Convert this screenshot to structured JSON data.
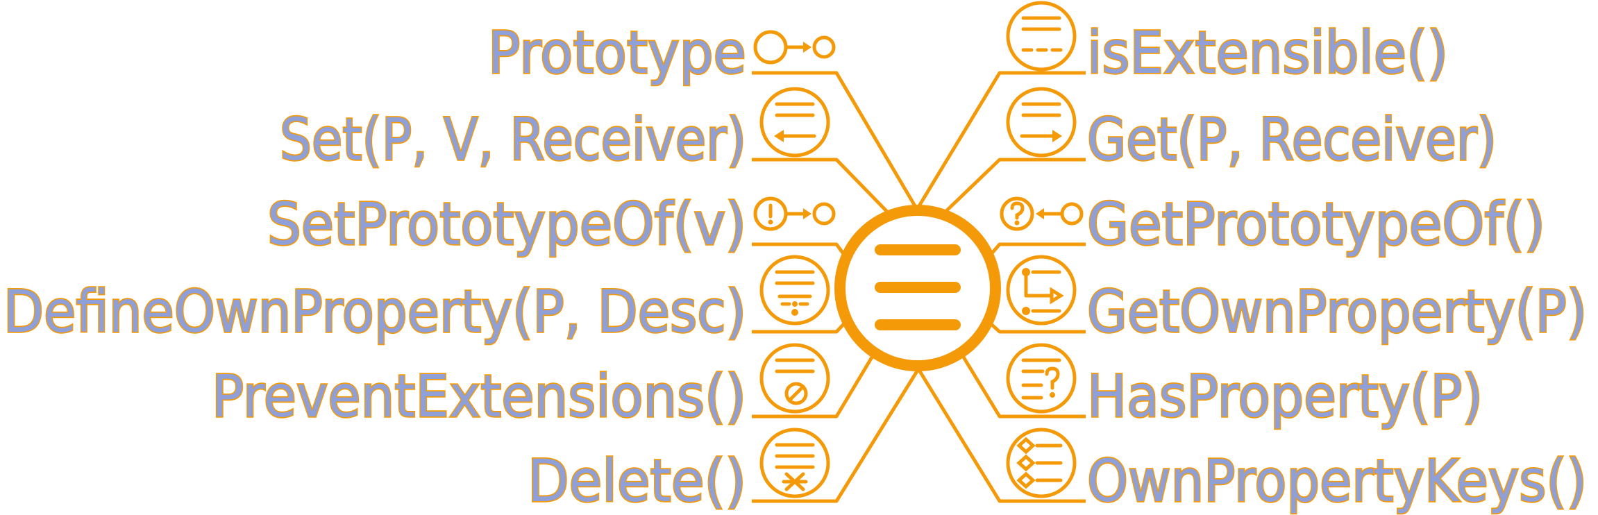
{
  "colors": {
    "accent": "#f49a08",
    "label_fill": "#8f9fd8",
    "background": "#ffffff"
  },
  "hub": {
    "icon": "object-list-icon"
  },
  "left": [
    {
      "label": "Prototype",
      "icon": "prototype-link-icon"
    },
    {
      "label": "Set(P, V, Receiver)",
      "icon": "set-list-icon"
    },
    {
      "label": "SetPrototypeOf(v)",
      "icon": "set-prototype-link-icon"
    },
    {
      "label": "DefineOwnProperty(P, Desc)",
      "icon": "define-property-list-icon"
    },
    {
      "label": "PreventExtensions()",
      "icon": "prevent-extensions-list-icon"
    },
    {
      "label": "Delete()",
      "icon": "delete-list-icon"
    }
  ],
  "right": [
    {
      "label": "isExtensible()",
      "icon": "is-extensible-list-icon"
    },
    {
      "label": "Get(P, Receiver)",
      "icon": "get-list-icon"
    },
    {
      "label": "GetPrototypeOf()",
      "icon": "get-prototype-link-icon"
    },
    {
      "label": "GetOwnProperty(P)",
      "icon": "get-own-property-list-icon"
    },
    {
      "label": "HasProperty(P)",
      "icon": "has-property-list-icon"
    },
    {
      "label": "OwnPropertyKeys()",
      "icon": "own-property-keys-list-icon"
    }
  ]
}
